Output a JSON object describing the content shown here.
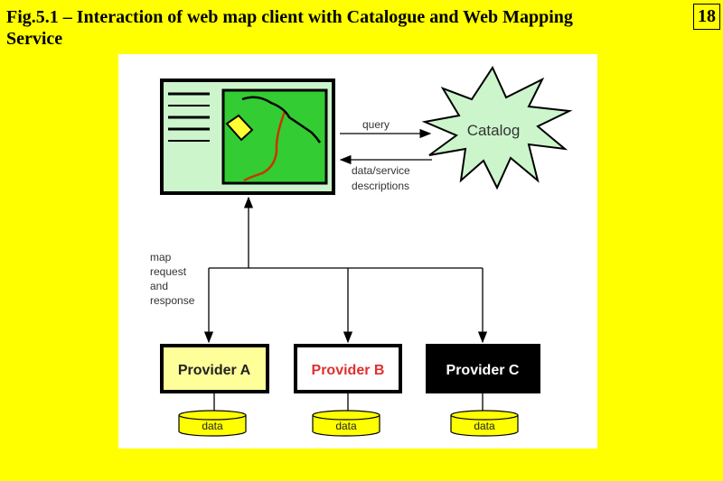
{
  "slide": {
    "title_line1": "Fig.5.1 – Interaction of web map client with Catalogue and Web Mapping",
    "title_line2": "Service",
    "page_number": "18"
  },
  "diagram": {
    "catalog_label": "Catalog",
    "query_label": "query",
    "response_label_line1": "data/service",
    "response_label_line2": "descriptions",
    "map_request_lines": [
      "map",
      "request",
      "and",
      "response"
    ],
    "providers": [
      {
        "label": "Provider A",
        "fill": "#ffff99",
        "text_color": "#222222"
      },
      {
        "label": "Provider B",
        "fill": "#ffffff",
        "text_color": "#e03030"
      },
      {
        "label": "Provider C",
        "fill": "#000000",
        "text_color": "#ffffff"
      }
    ],
    "data_label": "data",
    "colors": {
      "client_bg": "#ccf5cc",
      "map_bg": "#33cc33",
      "catalog_fill": "#ccf5cc",
      "data_fill": "#ffff00"
    }
  }
}
